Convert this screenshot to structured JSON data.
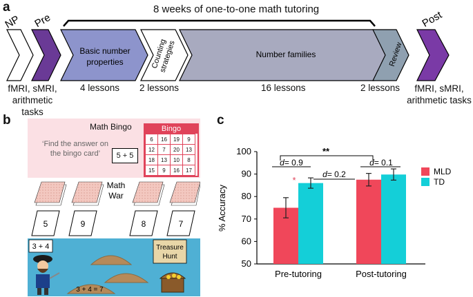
{
  "panel_a": {
    "label": "a",
    "weeks_label": "8 weeks of one-to-one math tutoring",
    "chevrons": {
      "np": "NP",
      "pre": "Pre",
      "basic_line1": "Basic number",
      "basic_line2": "properties",
      "counting_line1": "Counting",
      "counting_line2": "strategies",
      "number_families": "Number families",
      "review": "Review",
      "post": "Post"
    },
    "bottom": {
      "left_line1": "fMRI, sMRI,",
      "left_line2": "arithmetic tasks",
      "basic_lessons": "4 lessons",
      "counting_lessons": "2 lessons",
      "families_lessons": "16 lessons",
      "review_lessons": "2 lessons",
      "right_line1": "fMRI, sMRI,",
      "right_line2": "arithmetic tasks"
    },
    "colors": {
      "pre": "#6a3a96",
      "basic": "#8d94cc",
      "families": "#a8aabf",
      "review": "#8fa0b0",
      "post": "#7a3aa6"
    }
  },
  "panel_b": {
    "label": "b",
    "bingo_title": "Math Bingo",
    "instruction_line1": "‘Find the answer on",
    "instruction_line2": "the bingo card’",
    "problem": "5 + 5",
    "card_header": "Bingo",
    "card_rows": [
      [
        "6",
        "16",
        "19",
        "9"
      ],
      [
        "12",
        "7",
        "20",
        "13"
      ],
      [
        "18",
        "13",
        "10",
        "8"
      ],
      [
        "15",
        "9",
        "16",
        "17"
      ]
    ],
    "war_line1": "Math",
    "war_line2": "War",
    "war_cards": [
      "5",
      "9",
      "8",
      "7"
    ],
    "treasure_problem": "3 + 4",
    "treasure_equation": "3 + 4 = 7",
    "treasure_line1": "Treasure",
    "treasure_line2": "Hunt"
  },
  "panel_c": {
    "label": "c",
    "significance": "**",
    "effect_pre": "= 0.9",
    "effect_between": "= 0.2",
    "effect_post": "= 0.1",
    "effect_symbol": "d",
    "star": "*",
    "chart_data": {
      "type": "bar",
      "categories": [
        "Pre-tutoring",
        "Post-tutoring"
      ],
      "series": [
        {
          "name": "MLD",
          "values": [
            75,
            87.5
          ],
          "errors": [
            4.5,
            2.8
          ],
          "color": "#f0475a"
        },
        {
          "name": "TD",
          "values": [
            86,
            89.8
          ],
          "errors": [
            2.3,
            2.5
          ],
          "color": "#14cfd8"
        }
      ],
      "ylabel": "% Accuracy",
      "ylim": [
        50,
        100
      ],
      "yticks": [
        "50",
        "60",
        "70",
        "80",
        "90",
        "100"
      ],
      "legend_position": "top-right"
    }
  }
}
